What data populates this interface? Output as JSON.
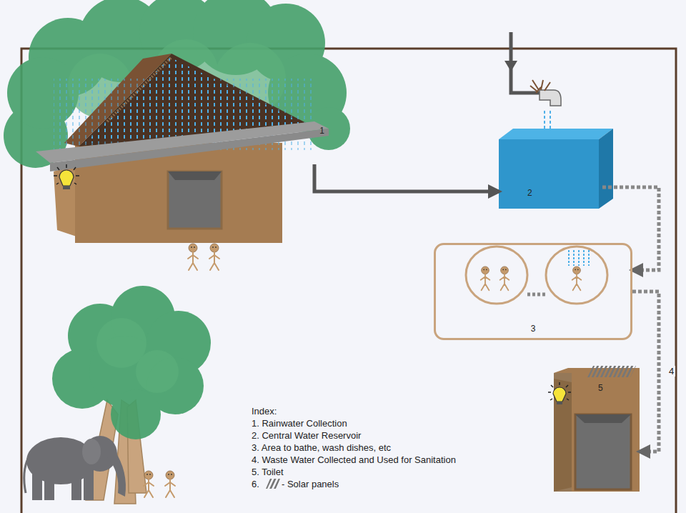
{
  "diagram": {
    "nodes": [
      {
        "text": [
          "1"
        ]
      },
      {
        "text": [
          "2"
        ]
      },
      {
        "text": [
          "3"
        ]
      },
      {
        "text": [
          "5"
        ]
      }
    ],
    "edges": [
      {
        "from": 0,
        "to": 1,
        "arrow": "to"
      },
      {
        "from": 1,
        "to": 2,
        "arrow": "to"
      },
      {
        "from": 2,
        "to": 3,
        "label": "4",
        "arrow": "to"
      }
    ],
    "labels": [
      "Index:",
      "1. Rainwater Collection",
      "2. Central Water Reservoir",
      "3. Area to bathe, wash dishes, etc",
      "4. Waste Water Collected and Used for Sanitation",
      "5. Toilet",
      "6.",
      "- Solar panels"
    ]
  }
}
